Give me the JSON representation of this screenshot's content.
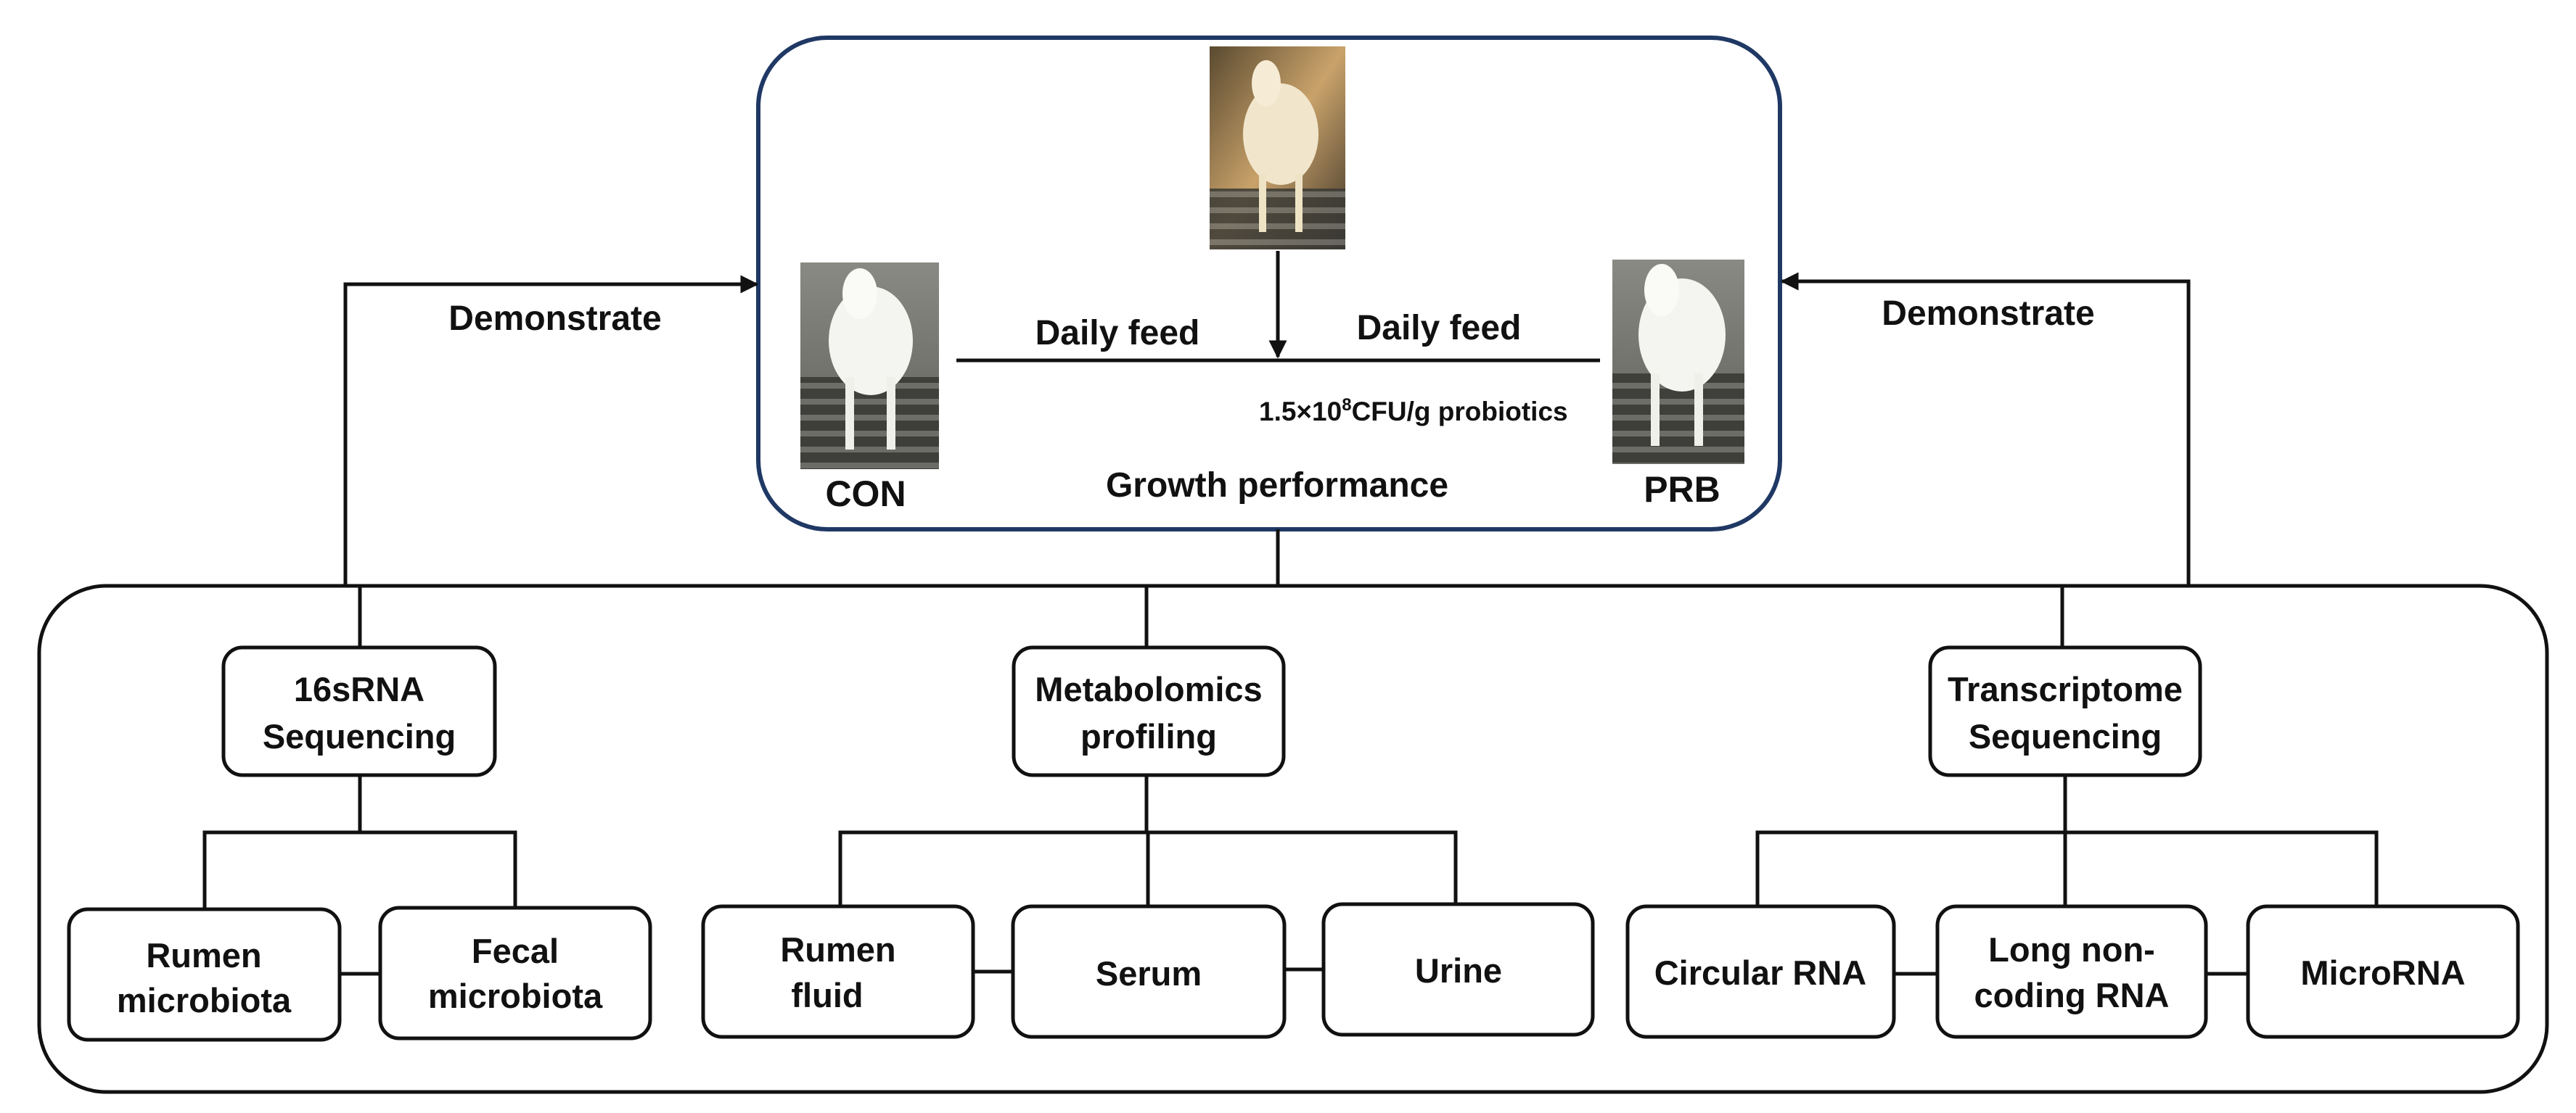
{
  "top_panel": {
    "con_label": "CON",
    "prb_label": "PRB",
    "daily_feed_left": "Daily feed",
    "daily_feed_right": "Daily feed",
    "dose_prefix": "1.5×10",
    "dose_exp": "8",
    "dose_suffix": "CFU/g probiotics",
    "growth_label": "Growth performance",
    "border_color": "#1f3864"
  },
  "arrows": {
    "left_label": "Demonstrate",
    "right_label": "Demonstrate"
  },
  "analyses": [
    {
      "line1": "16sRNA",
      "line2": "Sequencing",
      "children": [
        {
          "line1": "Rumen",
          "line2": "microbiota"
        },
        {
          "line1": "Fecal",
          "line2": "microbiota"
        }
      ]
    },
    {
      "line1": "Metabolomics",
      "line2": "profiling",
      "children": [
        {
          "line1": "Rumen",
          "line2": "fluid"
        },
        {
          "line1": "Serum",
          "line2": ""
        },
        {
          "line1": "Urine",
          "line2": ""
        }
      ]
    },
    {
      "line1": "Transcriptome",
      "line2": "Sequencing",
      "children": [
        {
          "line1": "Circular RNA",
          "line2": ""
        },
        {
          "line1": "Long non-",
          "line2": "coding RNA"
        },
        {
          "line1": "MicroRNA",
          "line2": ""
        }
      ]
    }
  ]
}
